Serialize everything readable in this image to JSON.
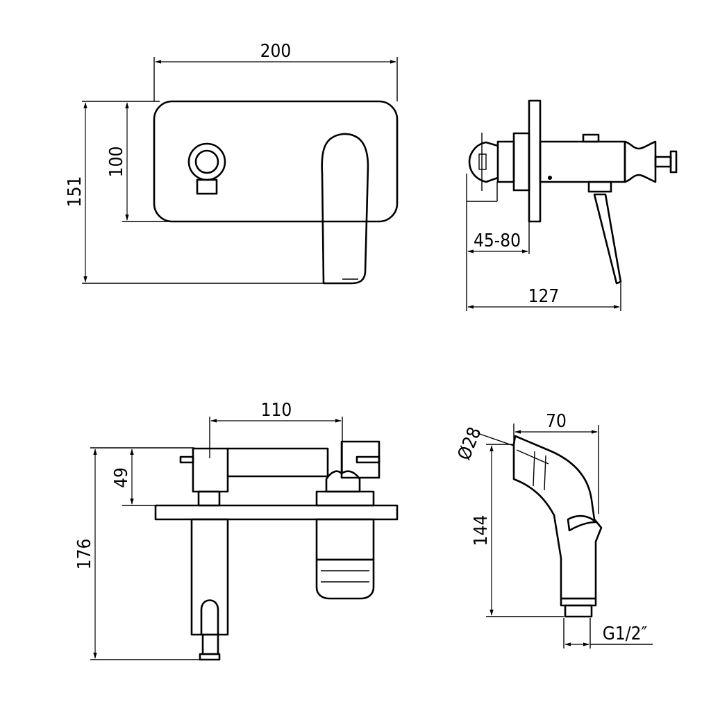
{
  "dimensions": {
    "front_width": "200",
    "front_inner_height": "100",
    "front_total_height": "151",
    "side_wall_depth": "45-80",
    "side_total_depth": "127",
    "top_spacing": "110",
    "top_height": "49",
    "top_total_height": "176",
    "spray_diameter": "Ø28",
    "spray_length": "70",
    "spray_height": "144",
    "spray_thread": "G1/2″"
  }
}
